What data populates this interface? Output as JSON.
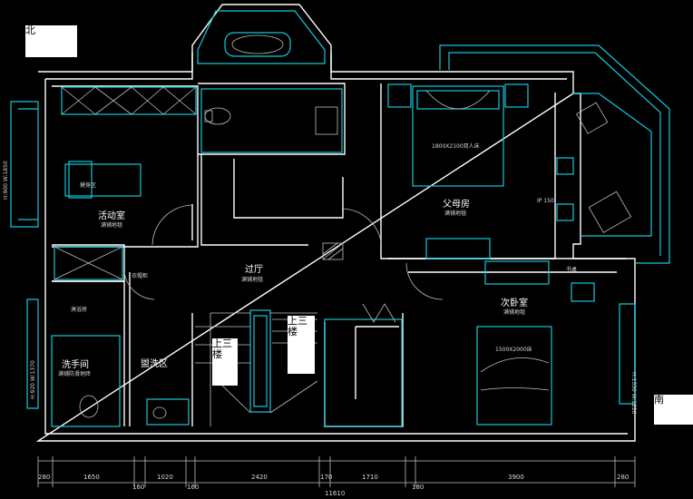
{
  "compass": {
    "north": "北",
    "south": "南"
  },
  "rooms": {
    "activity": {
      "name": "活动室",
      "floor": "满铺地毯"
    },
    "gym": {
      "name": "健身区"
    },
    "parents": {
      "name": "父母房",
      "floor": "满铺地毯",
      "bed": "1800X2100双人床"
    },
    "corridor": {
      "name": "过厅",
      "floor": "满铺地毯"
    },
    "second": {
      "name": "次卧室",
      "floor": "满铺地毯",
      "bed": "1500X2000床"
    },
    "washroom": {
      "name": "洗手间",
      "floor": "满铺防滑地砖"
    },
    "laundry": {
      "name": "盥洗区"
    },
    "shower": {
      "name": "淋浴房"
    },
    "study": {
      "name": "书桌"
    },
    "coat": {
      "name": "衣帽柜"
    }
  },
  "annotations": {
    "up3_left": [
      "上三",
      "楼"
    ],
    "up3_right": [
      "上三",
      "楼"
    ],
    "window_left": "H:900 W:1850",
    "window_left_bottom": "H:920 W:1370",
    "window_right": "H:1330 W:2220",
    "height_mark": "IP 150"
  },
  "dimensions": {
    "top_row": [
      "280",
      "1650",
      "1020",
      "2420",
      "170",
      "1710",
      "3900",
      "280"
    ],
    "bottom_row": [
      "160",
      "160",
      "180"
    ],
    "total": "11610"
  }
}
